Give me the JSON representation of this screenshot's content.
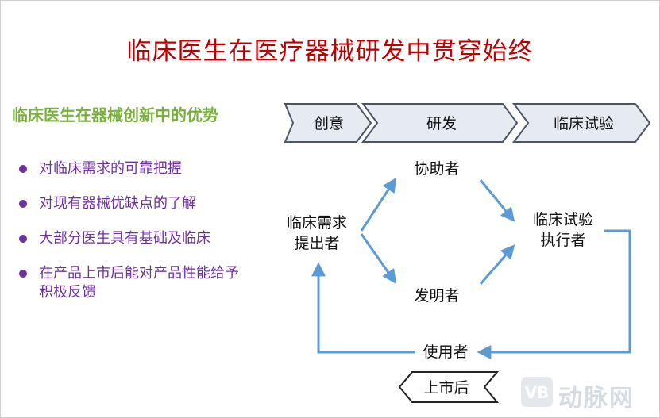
{
  "title": "临床医生在医疗器械研发中贯穿始终",
  "subtitle": "临床医生在器械创新中的优势",
  "bullets": [
    "对临床需求的可靠把握",
    "对现有器械优缺点的了解",
    "大部分医生具有基础及临床",
    "在产品上市后能对产品性能给予积极反馈"
  ],
  "stages": [
    "创意",
    "研发",
    "临床试验"
  ],
  "roles": {
    "proposer_line1": "临床需求",
    "proposer_line2": "提出者",
    "helper": "协助者",
    "inventor": "发明者",
    "executor_line1": "临床试验",
    "executor_line2": "执行者",
    "user": "使用者"
  },
  "post_market": "上市后",
  "watermark": {
    "logo_letters": "VB",
    "text": "动脉网"
  },
  "colors": {
    "title": "#c00000",
    "subtitle": "#77b03a",
    "bullets": "#7030a0",
    "arrows": "#5b9bd5",
    "chevron_fill": "#e6ebf2",
    "chevron_stroke": "#4a5568"
  }
}
